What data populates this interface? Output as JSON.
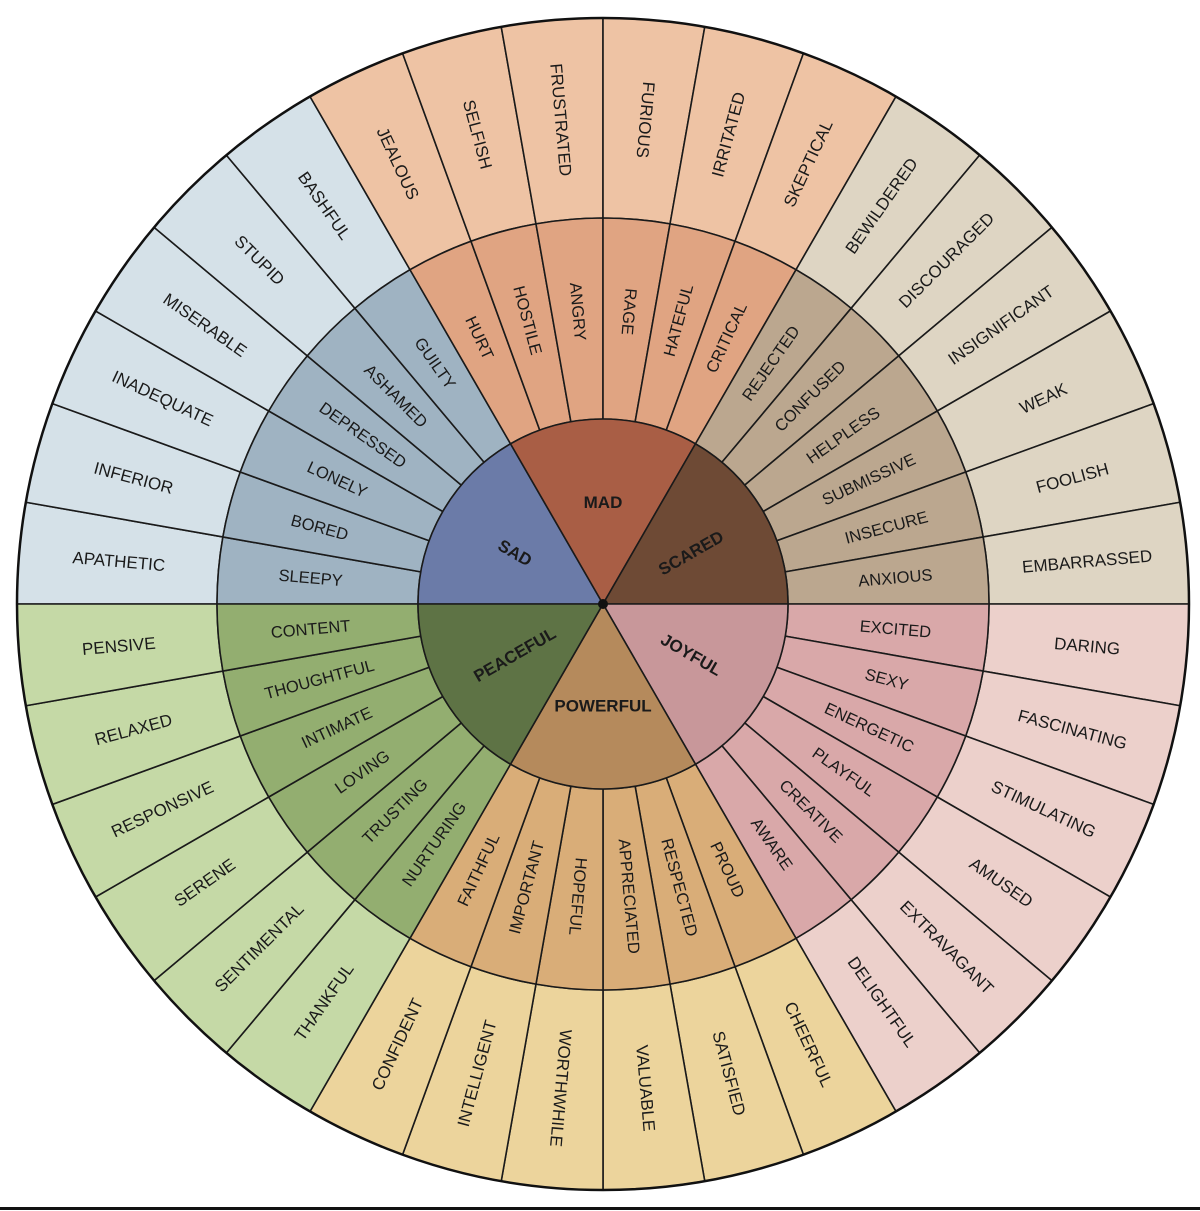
{
  "wheel": {
    "cores": [
      {
        "name": "SAD",
        "core_color": "#6b7ba8",
        "middle_color": "#9fb3c2",
        "outer_color": "#d5e1e8",
        "middle": [
          "SLEEPY",
          "BORED",
          "LONELY",
          "DEPRESSED",
          "ASHAMED",
          "GUILTY"
        ],
        "outer": [
          "APATHETIC",
          "INFERIOR",
          "INADEQUATE",
          "MISERABLE",
          "STUPID",
          "BASHFUL"
        ]
      },
      {
        "name": "MAD",
        "core_color": "#a95e45",
        "middle_color": "#e0a482",
        "outer_color": "#eec3a4",
        "middle": [
          "HURT",
          "HOSTILE",
          "ANGRY",
          "RAGE",
          "HATEFUL",
          "CRITICAL"
        ],
        "outer": [
          "JEALOUS",
          "SELFISH",
          "FRUSTRATED",
          "FURIOUS",
          "IRRITATED",
          "SKEPTICAL"
        ]
      },
      {
        "name": "SCARED",
        "core_color": "#6e4a35",
        "middle_color": "#bba78f",
        "outer_color": "#ded5c3",
        "middle": [
          "REJECTED",
          "CONFUSED",
          "HELPLESS",
          "SUBMISSIVE",
          "INSECURE",
          "ANXIOUS"
        ],
        "outer": [
          "BEWILDERED",
          "DISCOURAGED",
          "INSIGNIFICANT",
          "WEAK",
          "FOOLISH",
          "EMBARRASSED"
        ]
      },
      {
        "name": "JOYFUL",
        "core_color": "#c8979a",
        "middle_color": "#d9a8a9",
        "outer_color": "#ecd0cb",
        "middle": [
          "EXCITED",
          "SEXY",
          "ENERGETIC",
          "PLAYFUL",
          "CREATIVE",
          "AWARE"
        ],
        "outer": [
          "DARING",
          "FASCINATING",
          "STIMULATING",
          "AMUSED",
          "EXTRAVAGANT",
          "DELIGHTFUL"
        ]
      },
      {
        "name": "POWERFUL",
        "core_color": "#b58a5c",
        "middle_color": "#d9ad78",
        "outer_color": "#ecd49c",
        "middle": [
          "PROUD",
          "RESPECTED",
          "APPRECIATED",
          "HOPEFUL",
          "IMPORTANT",
          "FAITHFUL"
        ],
        "outer": [
          "CHEERFUL",
          "SATISFIED",
          "VALUABLE",
          "WORTHWHILE",
          "INTELLIGENT",
          "CONFIDENT"
        ]
      },
      {
        "name": "PEACEFUL",
        "core_color": "#5e7345",
        "middle_color": "#93ae70",
        "outer_color": "#c5d9a6",
        "middle": [
          "NURTURING",
          "TRUSTING",
          "LOVING",
          "INTIMATE",
          "THOUGHTFUL",
          "CONTENT"
        ],
        "outer": [
          "THANKFUL",
          "SENTIMENTAL",
          "SERENE",
          "RESPONSIVE",
          "RELAXED",
          "PENSIVE"
        ]
      }
    ]
  }
}
